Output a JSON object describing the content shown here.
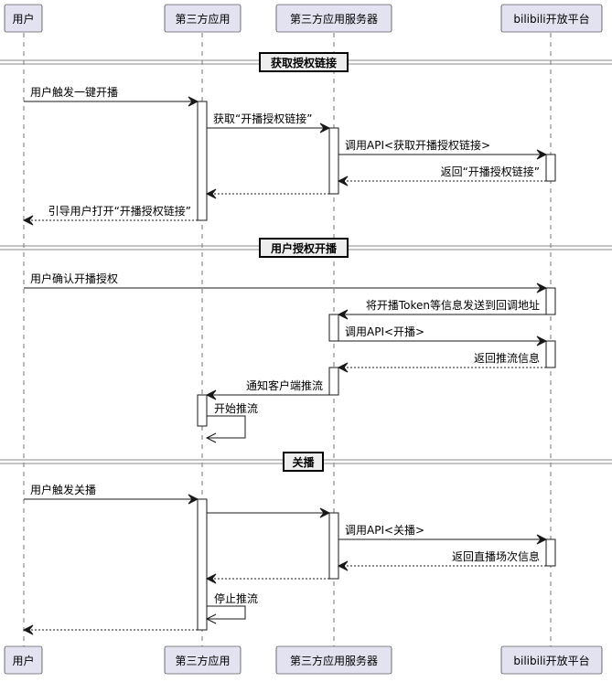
{
  "participants": [
    "用户",
    "第三方应用",
    "第三方应用服务器",
    "bilibili开放平台"
  ],
  "sections": [
    "获取授权链接",
    "用户授权开播",
    "关播"
  ],
  "messages": [
    {
      "from": 0,
      "to": 1,
      "style": "solid",
      "label": "用户触发一键开播"
    },
    {
      "from": 1,
      "to": 2,
      "style": "solid",
      "label": "获取“开播授权链接”"
    },
    {
      "from": 2,
      "to": 3,
      "style": "solid",
      "label": "调用API<获取开播授权链接>"
    },
    {
      "from": 3,
      "to": 2,
      "style": "dashed",
      "label": "返回“开播授权链接”"
    },
    {
      "from": 2,
      "to": 1,
      "style": "dashed",
      "label": ""
    },
    {
      "from": 1,
      "to": 0,
      "style": "dashed",
      "label": "引导用户打开“开播授权链接”"
    },
    {
      "from": 0,
      "to": 3,
      "style": "solid",
      "label": "用户确认开播授权"
    },
    {
      "from": 3,
      "to": 2,
      "style": "solid",
      "label": "将开播Token等信息发送到回调地址"
    },
    {
      "from": 2,
      "to": 3,
      "style": "solid",
      "label": "调用API<开播>"
    },
    {
      "from": 3,
      "to": 2,
      "style": "dashed",
      "label": "返回推流信息"
    },
    {
      "from": 2,
      "to": 1,
      "style": "solid",
      "label": "通知客户端推流"
    },
    {
      "from": 1,
      "to": 1,
      "style": "solid",
      "label": "开始推流"
    },
    {
      "from": 0,
      "to": 1,
      "style": "solid",
      "label": "用户触发关播"
    },
    {
      "from": 1,
      "to": 2,
      "style": "solid",
      "label": ""
    },
    {
      "from": 2,
      "to": 3,
      "style": "solid",
      "label": "调用API<关播>"
    },
    {
      "from": 3,
      "to": 2,
      "style": "dashed",
      "label": "返回直播场次信息"
    },
    {
      "from": 2,
      "to": 1,
      "style": "dashed",
      "label": ""
    },
    {
      "from": 1,
      "to": 1,
      "style": "solid",
      "label": "停止推流"
    },
    {
      "from": 1,
      "to": 0,
      "style": "dashed",
      "label": ""
    }
  ]
}
